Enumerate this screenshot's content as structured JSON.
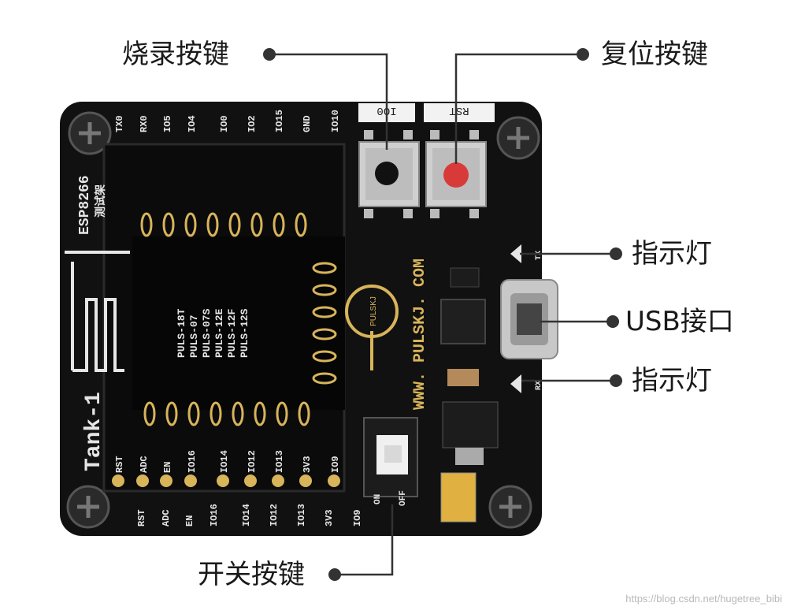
{
  "callouts": {
    "flash_button": "烧录按键",
    "reset_button": "复位按键",
    "indicator_tx": "指示灯",
    "usb_port": "USB接口",
    "indicator_rx": "指示灯",
    "power_switch": "开关按键"
  },
  "board": {
    "button_label_io0": "IO0",
    "button_label_rst": "RST",
    "header_top": [
      "TX0",
      "RX0",
      "IO5",
      "IO4",
      "IO0",
      "IO2",
      "IO15",
      "GND",
      "IO10"
    ],
    "header_bottom": [
      "RST",
      "ADC",
      "EN",
      "IO16",
      "IO14",
      "IO12",
      "IO13",
      "3V3",
      "IO9"
    ],
    "model_title": "ESP8266",
    "model_subtitle": "测试架",
    "module_models": [
      "PULS-18T",
      "PULS-07",
      "PULS-07S",
      "PULS-12E",
      "PULS-12F",
      "PULS-12S"
    ],
    "website": "WWW. PULSKJ. COM",
    "logo_text": "PULSKJ",
    "board_name": "Tank-1",
    "tx_label": "TX",
    "rx_label": "RX",
    "switch_on": "ON",
    "switch_off": "OFF"
  },
  "watermark": "https://blog.csdn.net/hugetree_bibi",
  "colors": {
    "pcb": "#111111",
    "pin_gold": "#d8b45a",
    "silk": "#e6e6e6",
    "reset_cap": "#d83a3a",
    "callout_line": "#333333"
  }
}
